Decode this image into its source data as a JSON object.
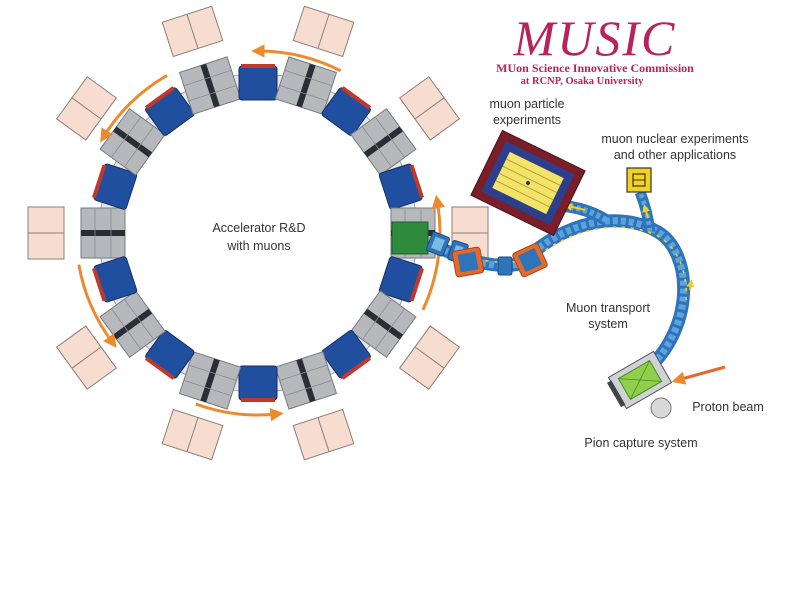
{
  "logo": {
    "title": "MUSIC",
    "subtitle": "MUon Science Innovative Commission",
    "affiliation": "at RCNP, Osaka University"
  },
  "labels": {
    "ring_line1": "Accelerator R&D",
    "ring_line2": "with muons",
    "muon_particle_line1": "muon particle",
    "muon_particle_line2": "experiments",
    "nuclear_line1": "muon nuclear experiments",
    "nuclear_line2": "and other applications",
    "transport_line1": "Muon transport",
    "transport_line2": "system",
    "proton_beam": "Proton beam",
    "pion_capture": "Pion capture system"
  },
  "colors": {
    "logo": "#b8245a",
    "magnet_blue": "#1f4f9e",
    "magnet_red": "#c0392b",
    "steel_gray": "#b6b8bc",
    "cream": "#f7ddcf",
    "injection_green": "#2e8a3c",
    "transport_blue": "#2f74b8",
    "arrow_orange": "#ee8a2e",
    "beam_yellow": "#f2cf25",
    "text": "#333333"
  }
}
